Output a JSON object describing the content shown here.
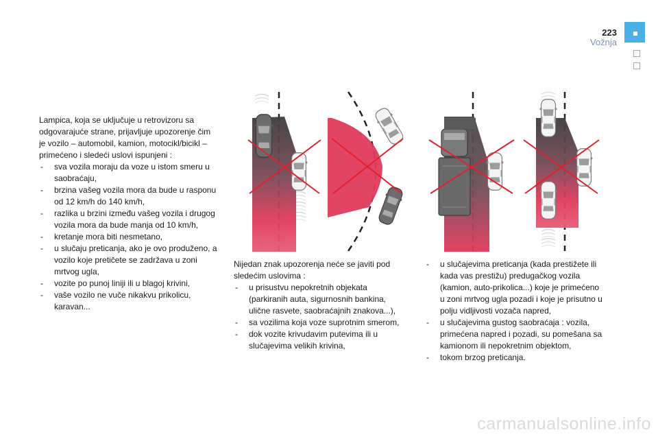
{
  "header": {
    "page_number": "223",
    "section": "Vožnja"
  },
  "column1": {
    "intro": "Lampica, koja se uključuje u retrovizoru sa odgovarajuće strane, prijavljuje upozorenje čim je vozilo – automobil, kamion, motocikl/bicikl – primećeno i sledeći uslovi ispunjeni :",
    "items": [
      "sva vozila moraju da voze u istom smeru u saobraćaju,",
      "brzina vašeg vozila mora da bude u rasponu od 12 km/h do 140 km/h,",
      "razlika u brzini između vašeg vozila i drugog vozila mora da bude manja od 10 km/h,",
      "kretanje mora biti nesmetano,",
      "u slučaju preticanja, ako je ovo produženo, a vozilo koje pretičete se zadržava u zoni mrtvog ugla,",
      "vozite po punoj liniji ili u blagoj krivini,",
      "vaše vozilo ne vuče nikakvu prikolicu, karavan..."
    ]
  },
  "column2": {
    "intro": "Nijedan znak upozorenja neće se javiti pod sledećim uslovima :",
    "items": [
      "u prisustvu nepokretnih objekata (parkiranih auta, sigurnosnih bankina, uličnе rasvete, saobraćajnih znakova...),",
      "sa vozilima koja voze suprotnim smerom,",
      "dok vozite krivudavim putevima ili u slučajevima velikih krivina,"
    ]
  },
  "column3": {
    "items": [
      "u slučajevima preticanja (kada prestižete ili kada vas prestižu) predugačkog vozila (kamion, auto-prikolica...) koje je primećeno u zoni mrtvog ugla pozadi i koje je prisutno u polju vidljivosti vozača napred,",
      "u slučajevima gustog saobraćaja : vozila, primećena napred i pozadi, su pomešana sa kamionom ili nepokretnim objektom,",
      "tokom brzog preticanja."
    ]
  },
  "watermark": "carmanualsonline.info",
  "colors": {
    "tab_accent": "#4ab0e5",
    "zone_red": "#e03a5b",
    "cross_red": "#e0202c"
  }
}
